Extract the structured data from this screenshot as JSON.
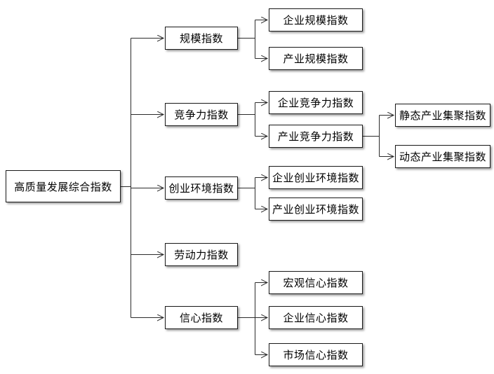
{
  "colors": {
    "background": "#ffffff",
    "box_fill": "#ffffff",
    "box_border": "#1a1a1a",
    "line": "#2b2b2b",
    "shadow": "#999999"
  },
  "tree": {
    "root": {
      "label": "高质量发展综合指数",
      "children": [
        {
          "label": "规模指数",
          "children": [
            {
              "label": "企业规模指数"
            },
            {
              "label": "产业规模指数"
            }
          ]
        },
        {
          "label": "竞争力指数",
          "children": [
            {
              "label": "企业竞争力指数"
            },
            {
              "label": "产业竞争力指数",
              "children": [
                {
                  "label": "静态产业集聚指数"
                },
                {
                  "label": "动态产业集聚指数"
                }
              ]
            }
          ]
        },
        {
          "label": "创业环境指数",
          "children": [
            {
              "label": "企业创业环境指数"
            },
            {
              "label": "产业创业环境指数"
            }
          ]
        },
        {
          "label": "劳动力指数",
          "children": []
        },
        {
          "label": "信心指数",
          "children": [
            {
              "label": "宏观信心指数"
            },
            {
              "label": "企业信心指数"
            },
            {
              "label": "市场信心指数"
            }
          ]
        }
      ]
    }
  }
}
